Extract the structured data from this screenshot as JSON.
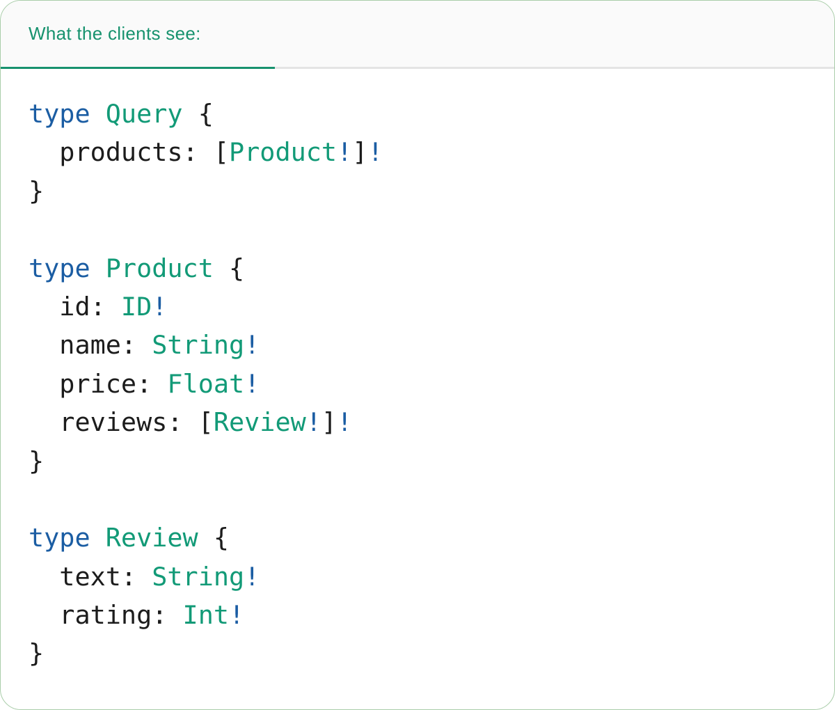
{
  "card": {
    "header": {
      "tab_label": "What the clients see:"
    }
  },
  "colors": {
    "accent_teal": "#17926e",
    "keyword_blue": "#1b5da3",
    "type_teal": "#129a77",
    "code_plain": "#1c1c1c",
    "header_bg": "#fafafa",
    "divider_gray": "#e4e4e4",
    "border_green": "#a9cda9",
    "card_bg": "#ffffff"
  },
  "code": {
    "language": "graphql",
    "lines": [
      [
        {
          "text": "type",
          "color": "keyword"
        },
        {
          "text": " ",
          "color": "plain"
        },
        {
          "text": "Query",
          "color": "type"
        },
        {
          "text": " {",
          "color": "plain"
        }
      ],
      [
        {
          "text": "  products: [",
          "color": "plain"
        },
        {
          "text": "Product",
          "color": "type"
        },
        {
          "text": "!",
          "color": "keyword"
        },
        {
          "text": "]",
          "color": "plain"
        },
        {
          "text": "!",
          "color": "keyword"
        }
      ],
      [
        {
          "text": "}",
          "color": "plain"
        }
      ],
      [],
      [
        {
          "text": "type",
          "color": "keyword"
        },
        {
          "text": " ",
          "color": "plain"
        },
        {
          "text": "Product",
          "color": "type"
        },
        {
          "text": " {",
          "color": "plain"
        }
      ],
      [
        {
          "text": "  id: ",
          "color": "plain"
        },
        {
          "text": "ID",
          "color": "type"
        },
        {
          "text": "!",
          "color": "keyword"
        }
      ],
      [
        {
          "text": "  name: ",
          "color": "plain"
        },
        {
          "text": "String",
          "color": "type"
        },
        {
          "text": "!",
          "color": "keyword"
        }
      ],
      [
        {
          "text": "  price: ",
          "color": "plain"
        },
        {
          "text": "Float",
          "color": "type"
        },
        {
          "text": "!",
          "color": "keyword"
        }
      ],
      [
        {
          "text": "  reviews: [",
          "color": "plain"
        },
        {
          "text": "Review",
          "color": "type"
        },
        {
          "text": "!",
          "color": "keyword"
        },
        {
          "text": "]",
          "color": "plain"
        },
        {
          "text": "!",
          "color": "keyword"
        }
      ],
      [
        {
          "text": "}",
          "color": "plain"
        }
      ],
      [],
      [
        {
          "text": "type",
          "color": "keyword"
        },
        {
          "text": " ",
          "color": "plain"
        },
        {
          "text": "Review",
          "color": "type"
        },
        {
          "text": " {",
          "color": "plain"
        }
      ],
      [
        {
          "text": "  text: ",
          "color": "plain"
        },
        {
          "text": "String",
          "color": "type"
        },
        {
          "text": "!",
          "color": "keyword"
        }
      ],
      [
        {
          "text": "  rating: ",
          "color": "plain"
        },
        {
          "text": "Int",
          "color": "type"
        },
        {
          "text": "!",
          "color": "keyword"
        }
      ],
      [
        {
          "text": "}",
          "color": "plain"
        }
      ]
    ]
  }
}
